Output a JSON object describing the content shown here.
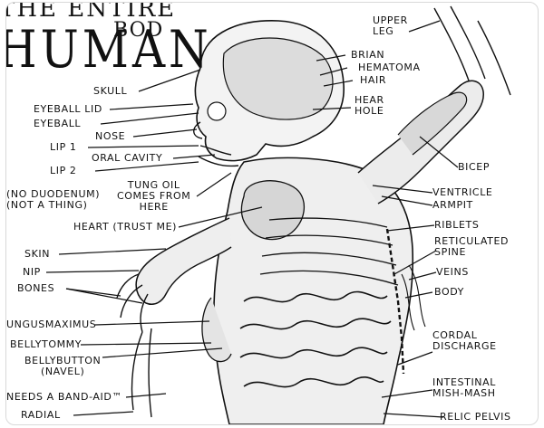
{
  "title": {
    "line1": "THE ENTIRE",
    "line2": "HUMAN",
    "line3": "BOD"
  },
  "labels": {
    "upper_leg": "UPPER\nLEG",
    "skull": "SKULL",
    "brian": "BRIAN",
    "hematoma": "HEMATOMA",
    "hair": "HAIR",
    "hear_hole": "HEAR\nHOLE",
    "eyeball_lid": "EYEBALL LID",
    "eyeball": "EYEBALL",
    "nose": "NOSE",
    "lip1": "LIP 1",
    "oral_cavity": "ORAL CAVITY",
    "lip2": "LIP 2",
    "bicep": "BICEP",
    "no_duodenum": "(NO DUODENUM)\n(NOT A THING)",
    "tung_oil": "TUNG OIL\nCOMES FROM\nHERE",
    "ventricle": "VENTRICLE",
    "armpit": "ARMPIT",
    "heart": "HEART (TRUST ME)",
    "riblets": "RIBLETS",
    "skin": "SKIN",
    "reticulated_spine": "RETICULATED\nSPINE",
    "nip": "NIP",
    "veins": "VEINS",
    "bones": "BONES",
    "body": "BODY",
    "ungusmaximus": "UNGUSMAXIMUS",
    "bellytommy": "BELLYTOMMY",
    "bellybutton": "BELLYBUTTON\n(NAVEL)",
    "cordal_discharge": "CORDAL\nDISCHARGE",
    "needs_band_aid": "NEEDS A BAND-AID™",
    "intestinal_mish_mash": "INTESTINAL\nMISH-MASH",
    "radial": "RADIAL",
    "relic_pelvis": "RELIC PELVIS"
  }
}
